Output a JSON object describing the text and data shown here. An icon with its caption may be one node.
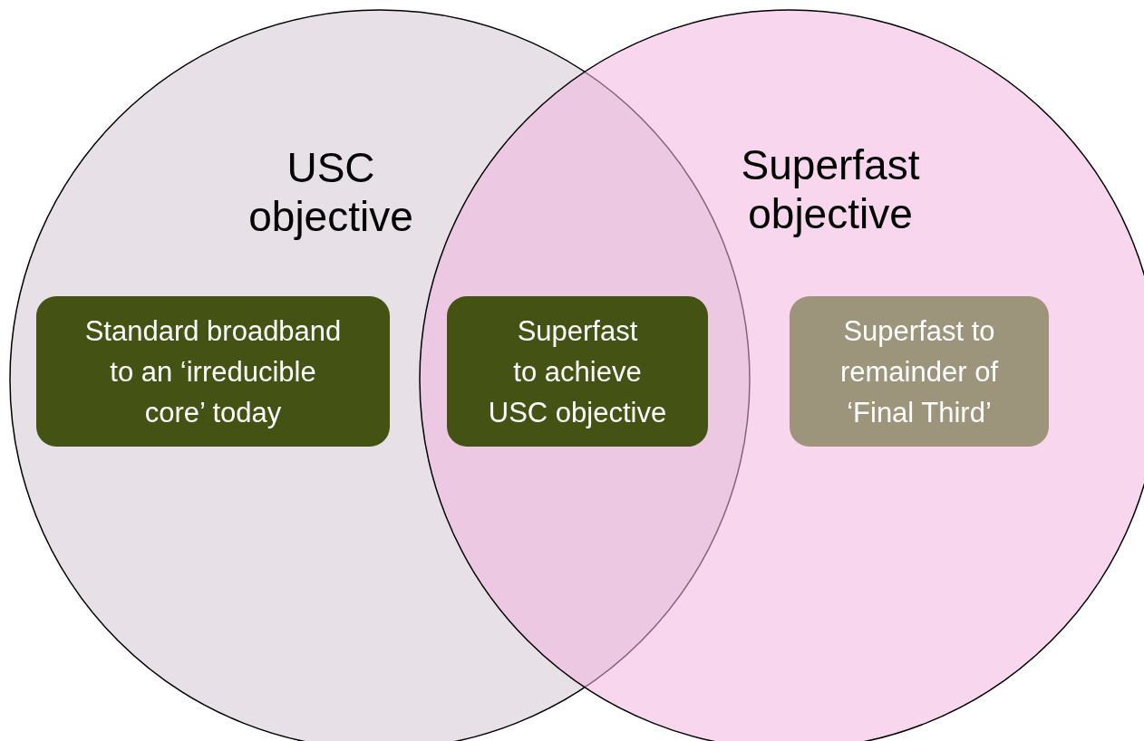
{
  "diagram": {
    "nodes": [
      {
        "text": [
          "USC objective"
        ]
      },
      {
        "text": [
          "Superfast objective"
        ]
      },
      {
        "text": [
          "Standard broadband to an ‘irreducible core’ today"
        ],
        "in": 0
      },
      {
        "text": [
          "Superfast to achieve USC objective"
        ]
      },
      {
        "text": [
          "Superfast to remainder of ‘Final Third’"
        ],
        "in": 1
      }
    ]
  }
}
